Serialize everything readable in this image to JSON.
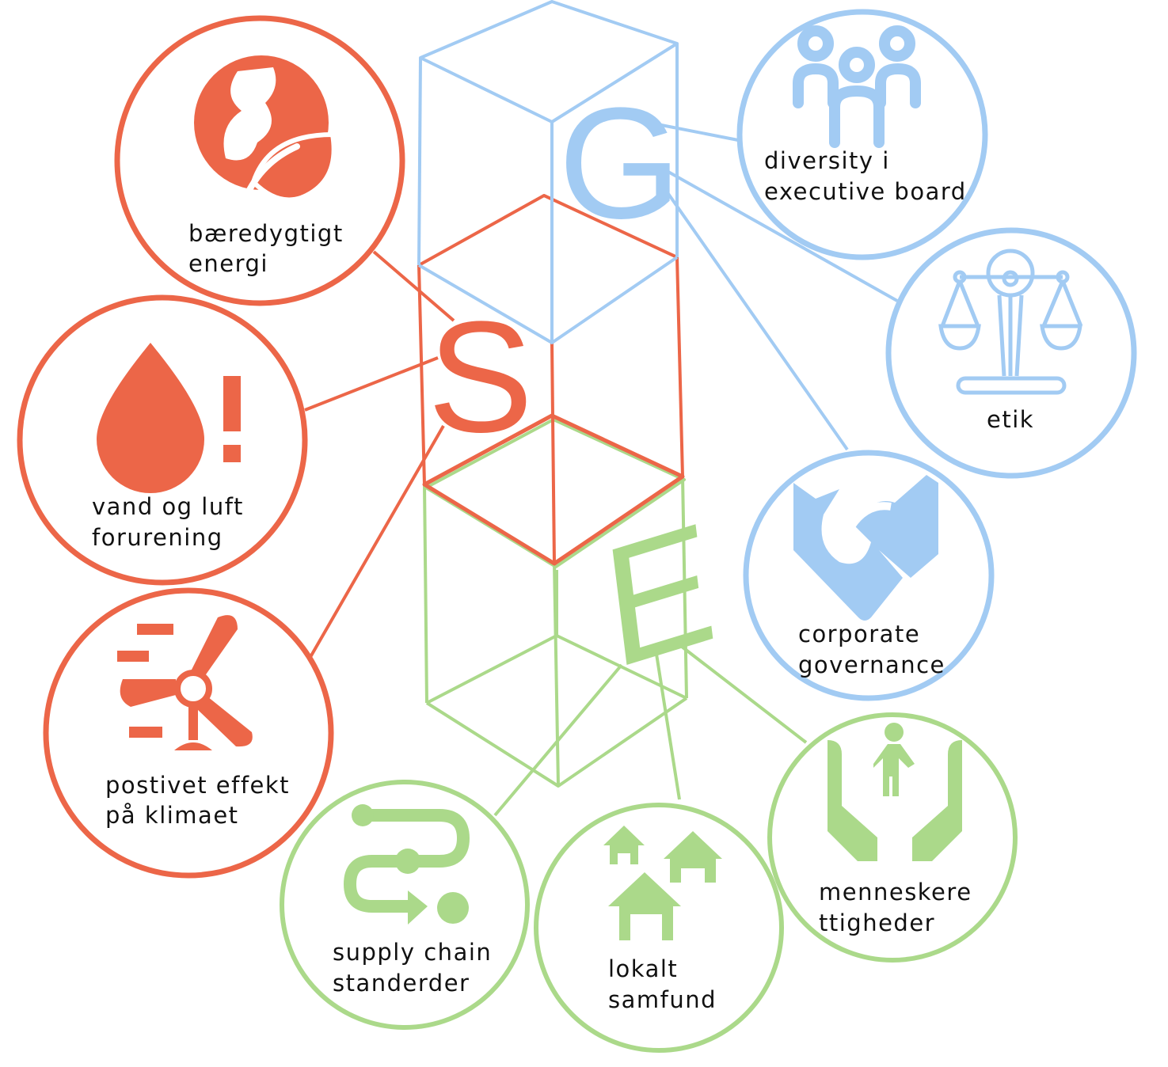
{
  "colors": {
    "social": "#EC6648",
    "governance": "#A2CBF3",
    "environment": "#ABD98A"
  },
  "letters": {
    "g": "G",
    "s": "S",
    "e": "E"
  },
  "social": [
    {
      "icon": "earth-leaf-icon",
      "line1": "bæredygtigt",
      "line2": "energi"
    },
    {
      "icon": "water-drop-alert-icon",
      "line1": "vand og luft",
      "line2": "forurening"
    },
    {
      "icon": "wind-turbine-icon",
      "line1": "postivet effekt",
      "line2": "på klimaet"
    }
  ],
  "governance": [
    {
      "icon": "people-group-icon",
      "line1": "diversity i",
      "line2": "executive board"
    },
    {
      "icon": "scales-icon",
      "line1": "etik"
    },
    {
      "icon": "handshake-icon",
      "line1": "corporate",
      "line2": "governance"
    }
  ],
  "environment": [
    {
      "icon": "supply-chain-path-icon",
      "line1": "supply chain",
      "line2": "standerder"
    },
    {
      "icon": "houses-icon",
      "line1": "lokalt",
      "line2": "samfund"
    },
    {
      "icon": "hands-person-icon",
      "line1": "menneskere",
      "line2": "ttigheder"
    }
  ]
}
